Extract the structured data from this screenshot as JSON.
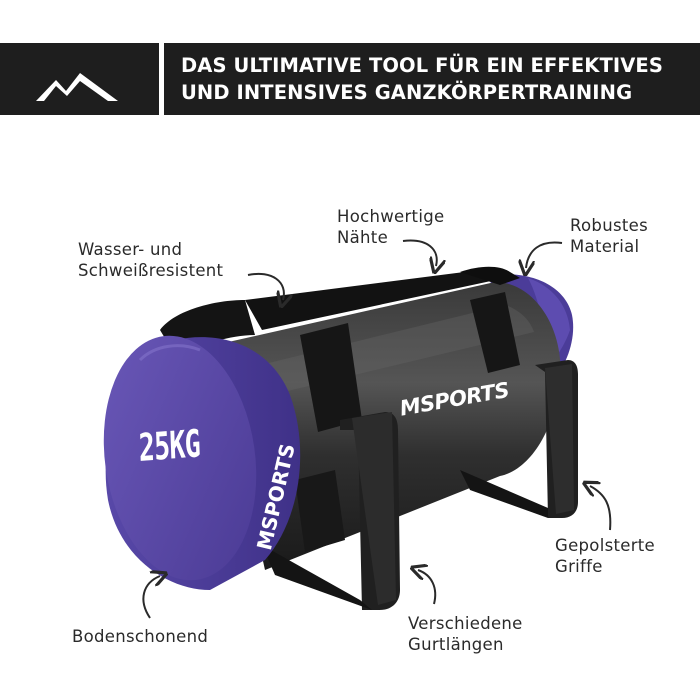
{
  "banner": {
    "headline_line1": "DAS ULTIMATIVE TOOL FÜR EIN EFFEKTIVES",
    "headline_line2": "UND INTENSIVES GANZKÖRPERTRAINING",
    "background": "#1e1e1e",
    "logo_icon": "mountain-logo-icon"
  },
  "product": {
    "weight_label": "25KG",
    "brand": "MSPORTS",
    "bag_color": "#5a46a6",
    "body_color": "#262626"
  },
  "features": {
    "waterproof": [
      "Wasser- und",
      "Schweißresistent"
    ],
    "seams": [
      "Hochwertige",
      "Nähte"
    ],
    "material": [
      "Robustes",
      "Material"
    ],
    "handles": [
      "Gepolsterte",
      "Griffe"
    ],
    "floor": "Bodenschonend",
    "straps": [
      "Verschiedene",
      "Gurtlängen"
    ]
  }
}
